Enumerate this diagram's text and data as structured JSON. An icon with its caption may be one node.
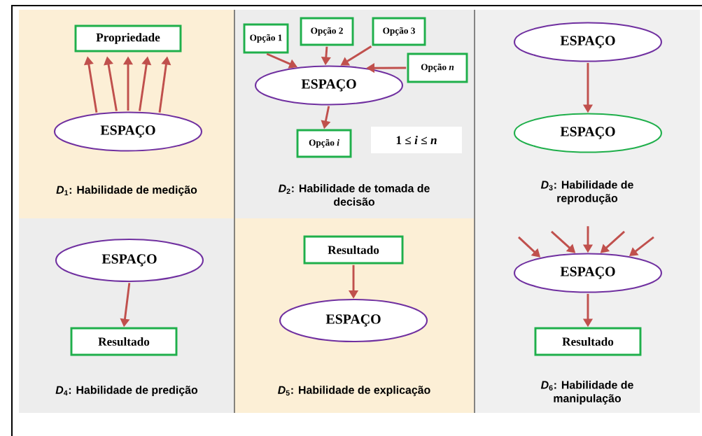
{
  "diagram": {
    "nodes": [
      {
        "text": [
          "*D*$_{1}$: Habilidade de medição"
        ]
      },
      {
        "text": [
          "Propriedade"
        ],
        "in": 0
      },
      {
        "text": [
          "ESPAÇO"
        ],
        "in": 0
      },
      {
        "text": [
          "*D*$_{2}$: Habilidade de tomada de decisão"
        ]
      },
      {
        "text": [
          "Opção 1"
        ],
        "in": 3
      },
      {
        "text": [
          "Opção 2"
        ],
        "in": 3
      },
      {
        "text": [
          "Opção 3"
        ],
        "in": 3
      },
      {
        "text": [
          "Opção *n*"
        ],
        "in": 3
      },
      {
        "text": [
          "ESPAÇO"
        ],
        "in": 3
      },
      {
        "text": [
          "Opção *i*"
        ],
        "in": 3
      },
      {
        "text": [
          "1 ≤ *i* ≤ *n*"
        ],
        "in": 3
      },
      {
        "text": [
          "*D*$_{3}$: Habilidade de reprodução"
        ]
      },
      {
        "text": [
          "ESPAÇO"
        ],
        "in": 11
      },
      {
        "text": [
          "ESPAÇO"
        ],
        "in": 11
      },
      {
        "text": [
          "*D*$_{4}$: Habilidade de predição"
        ]
      },
      {
        "text": [
          "ESPAÇO"
        ],
        "in": 14
      },
      {
        "text": [
          "Resultado"
        ],
        "in": 14
      },
      {
        "text": [
          "*D*$_{5}$: Habilidade de explicação"
        ]
      },
      {
        "text": [
          "Resultado"
        ],
        "in": 17
      },
      {
        "text": [
          "ESPAÇO"
        ],
        "in": 17
      },
      {
        "text": [
          "*D*$_{6}$: Habilidade de manipulação"
        ]
      },
      {
        "text": [
          "ESPAÇO"
        ],
        "in": 20
      },
      {
        "text": [
          "Resultado"
        ],
        "in": 20
      }
    ],
    "edges": [
      {
        "from": 2,
        "to": 1,
        "arrow": "to"
      },
      {
        "from": 2,
        "to": 1,
        "arrow": "to"
      },
      {
        "from": 2,
        "to": 1,
        "arrow": "to"
      },
      {
        "from": 2,
        "to": 1,
        "arrow": "to"
      },
      {
        "from": 2,
        "to": 1,
        "arrow": "to"
      },
      {
        "from": 4,
        "to": 8,
        "arrow": "to"
      },
      {
        "from": 5,
        "to": 8,
        "arrow": "to"
      },
      {
        "from": 6,
        "to": 8,
        "arrow": "to"
      },
      {
        "from": 7,
        "to": 8,
        "arrow": "to"
      },
      {
        "from": 8,
        "to": 9,
        "arrow": "to"
      },
      {
        "from": 12,
        "to": 13,
        "arrow": "to"
      },
      {
        "from": 15,
        "to": 16,
        "arrow": "to"
      },
      {
        "from": 18,
        "to": 19,
        "arrow": "to"
      },
      {
        "from": null,
        "to": 21,
        "arrow": "to"
      },
      {
        "from": null,
        "to": 21,
        "arrow": "to"
      },
      {
        "from": null,
        "to": 21,
        "arrow": "to"
      },
      {
        "from": null,
        "to": 21,
        "arrow": "to"
      },
      {
        "from": null,
        "to": 21,
        "arrow": "to"
      },
      {
        "from": 21,
        "to": 22,
        "arrow": "to"
      }
    ]
  }
}
